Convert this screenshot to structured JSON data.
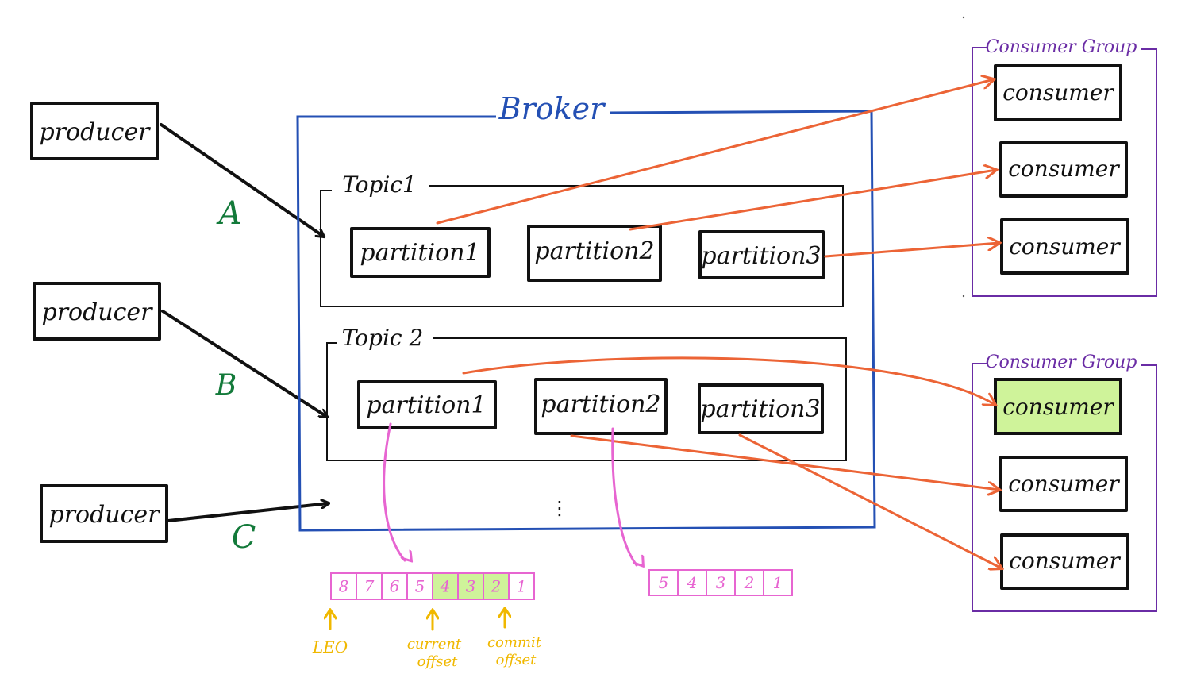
{
  "colors": {
    "ink": "#111111",
    "broker": "#2450b4",
    "consumer_group": "#6a2ca5",
    "label_green": "#137a3a",
    "orange_arrow": "#ec6436",
    "pink": "#e765d1",
    "yellow": "#f0b800",
    "highlight": "#cff39a"
  },
  "producers": [
    {
      "label": "producer",
      "edge": "A"
    },
    {
      "label": "producer",
      "edge": "B"
    },
    {
      "label": "producer",
      "edge": "C"
    }
  ],
  "broker": {
    "title": "Broker",
    "ellipsis": "⋮",
    "topics": [
      {
        "title": "Topic1",
        "partitions": [
          "partition1",
          "partition2",
          "partition3"
        ]
      },
      {
        "title": "Topic 2",
        "partitions": [
          "partition1",
          "partition2",
          "partition3"
        ]
      }
    ]
  },
  "consumer_groups": [
    {
      "title": "Consumer Group",
      "consumers": [
        "consumer",
        "consumer",
        "consumer"
      ]
    },
    {
      "title": "Consumer Group",
      "consumers": [
        "consumer",
        "consumer",
        "consumer"
      ],
      "highlighted_index": 0
    }
  ],
  "logs": {
    "partition1": {
      "cells": [
        "8",
        "7",
        "6",
        "5",
        "4",
        "3",
        "2",
        "1"
      ],
      "highlighted": [
        "4",
        "3",
        "2"
      ],
      "markers": [
        {
          "label": "LEO"
        },
        {
          "label_line1": "current",
          "label_line2": "offset"
        },
        {
          "label_line1": "commit",
          "label_line2": "offset"
        }
      ]
    },
    "partition2": {
      "cells": [
        "5",
        "4",
        "3",
        "2",
        "1"
      ]
    }
  }
}
